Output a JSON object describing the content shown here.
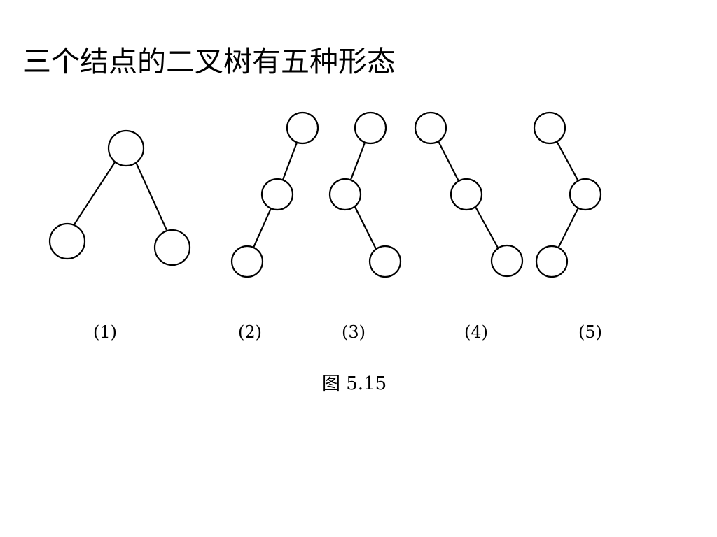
{
  "title": "三个结点的二叉树有五种形态",
  "trees": [
    {
      "label": "(1)",
      "shape": "root with left child and right child"
    },
    {
      "label": "(2)",
      "shape": "left-left chain"
    },
    {
      "label": "(3)",
      "shape": "left then right child"
    },
    {
      "label": "(4)",
      "shape": "right-right chain"
    },
    {
      "label": "(5)",
      "shape": "right then left child"
    }
  ],
  "caption": "图 5.15",
  "colors": {
    "stroke": "#000000",
    "background": "#ffffff"
  }
}
